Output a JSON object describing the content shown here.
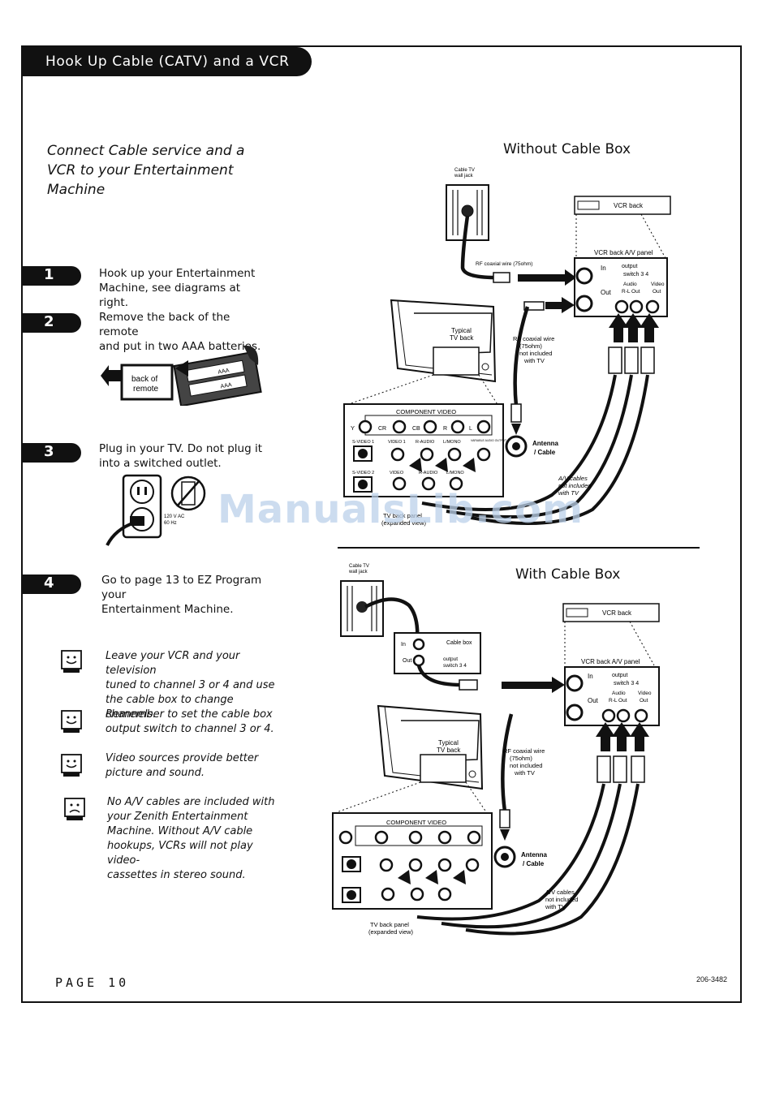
{
  "header": {
    "title": "Hook Up Cable (CATV) and a VCR"
  },
  "intro": {
    "line1": "Connect Cable service and a",
    "line2": "VCR to your Entertainment Machine"
  },
  "steps": [
    {
      "number": "1",
      "line1": "Hook up your Entertainment",
      "line2": "Machine, see diagrams at right."
    },
    {
      "number": "2",
      "line1": "Remove the back of the remote",
      "line2": "and put in two AAA batteries."
    },
    {
      "number": "3",
      "line1": "Plug in your TV. Do not plug it",
      "line2": "into a switched outlet."
    },
    {
      "number": "4",
      "line1": "Go to page 13 to EZ Program your",
      "line2": "Entertainment Machine."
    }
  ],
  "remote_label": {
    "line1": "back of",
    "line2": "remote",
    "battery": "AAA"
  },
  "outlet_label": {
    "line1": "120 V AC",
    "line2": "60 Hz"
  },
  "tips": [
    {
      "mood": "happy",
      "lines": [
        "Leave your VCR and your television",
        "tuned to channel 3 or 4 and use",
        "the cable box to change channels."
      ]
    },
    {
      "mood": "happy",
      "lines": [
        "Remember to set the cable box",
        "output switch to channel 3 or 4."
      ]
    },
    {
      "mood": "happy",
      "lines": [
        "Video sources provide better",
        "picture and sound."
      ]
    },
    {
      "mood": "sad",
      "lines": [
        "No A/V cables are included with",
        "your Zenith Entertainment",
        "Machine. Without A/V cable",
        "hookups, VCRs will not play video-",
        "cassettes in stereo sound."
      ]
    }
  ],
  "diagram_top": {
    "title": "Without Cable Box",
    "wall_jack": [
      "Cable TV",
      "wall jack"
    ],
    "rf_wire_label": "RF coaxial wire (75ohm)",
    "vcr_back": "VCR back",
    "vcr_panel": "VCR back A/V panel",
    "vcr_in": "In",
    "vcr_out": "Out",
    "output_switch": [
      "output",
      "switch  3  4"
    ],
    "audio_label": [
      "Audio",
      "R-L Out"
    ],
    "video_label": [
      "Video",
      "Out"
    ],
    "typical_tv": [
      "Typical",
      "TV back"
    ],
    "rf_wire2": [
      "RF coaxial wire",
      "(75ohm)",
      "not included",
      "with TV"
    ],
    "antenna": [
      "Antenna",
      "/ Cable"
    ],
    "av_cables": [
      "A/V cables",
      "not included",
      "with TV"
    ],
    "component_video": "COMPONENT VIDEO",
    "panel_jacks_row1": [
      "Y",
      "CR",
      "CB",
      "R",
      "L"
    ],
    "panel_jacks_row2": [
      "S-VIDEO 1",
      "VIDEO 1",
      "R-AUDIO",
      "L/MONO",
      "VARIABLE AUDIO OUTPUT"
    ],
    "panel_jacks_row3": [
      "S-VIDEO 2",
      "VIDEO",
      "R-AUDIO",
      "L/MONO"
    ],
    "tv_back_panel": [
      "TV back panel",
      "(expanded view)"
    ]
  },
  "diagram_bottom": {
    "title": "With Cable Box",
    "wall_jack": [
      "Cable TV",
      "wall jack"
    ],
    "cable_box": "Cable box",
    "box_in": "In",
    "box_out": "Out",
    "box_switch": [
      "output",
      "switch  3  4"
    ],
    "vcr_back": "VCR back",
    "vcr_panel": "VCR back A/V panel",
    "vcr_in": "In",
    "vcr_out": "Out",
    "output_switch": [
      "output",
      "switch  3  4"
    ],
    "audio_label": [
      "Audio",
      "R-L Out"
    ],
    "video_label": [
      "Video",
      "Out"
    ],
    "typical_tv": [
      "Typical",
      "TV back"
    ],
    "rf_wire2": [
      "RF coaxial wire",
      "(75ohm)",
      "not included",
      "with TV"
    ],
    "antenna": [
      "Antenna",
      "/ Cable"
    ],
    "av_cables": [
      "A/V cables",
      "not included",
      "with TV"
    ],
    "component_video": "COMPONENT VIDEO",
    "tv_back_panel": [
      "TV back panel",
      "(expanded view)"
    ]
  },
  "footer": {
    "page": "PAGE 10",
    "code": "206-3482"
  },
  "watermark": "ManualsLib.com"
}
